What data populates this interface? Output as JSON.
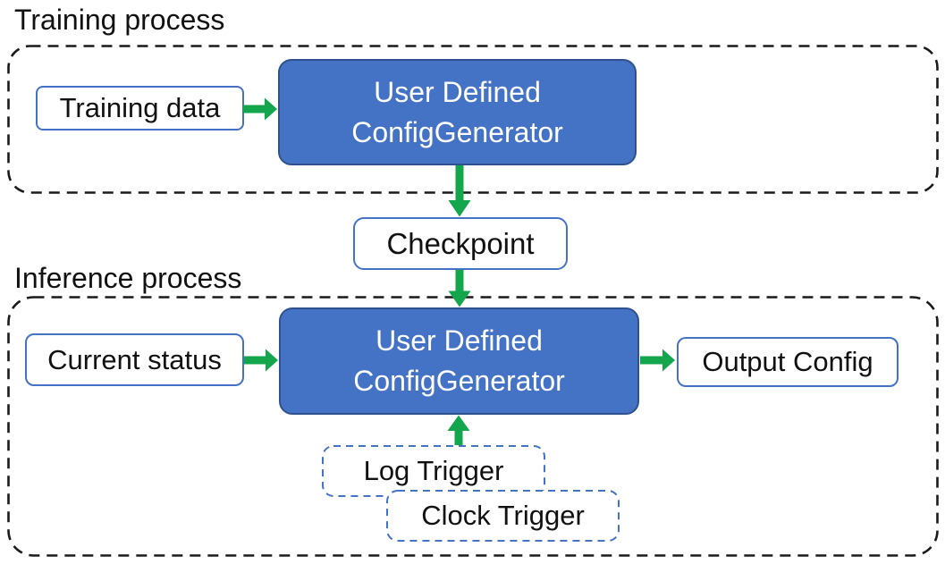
{
  "colors": {
    "generator_box_fill": "#4472C4",
    "generator_box_border": "#2F528F",
    "io_box_border": "#4472C4",
    "arrow_green": "#13A64D",
    "container_dash": "#1a1a1a",
    "text_black": "#111111",
    "text_white": "#ffffff"
  },
  "training_section": {
    "title": "Training process",
    "input_box": "Training data",
    "generator_box": {
      "line1": "User Defined",
      "line2": "ConfigGenerator"
    }
  },
  "checkpoint_box": "Checkpoint",
  "inference_section": {
    "title": "Inference process",
    "input_box": "Current status",
    "generator_box": {
      "line1": "User Defined",
      "line2": "ConfigGenerator"
    },
    "output_box": "Output Config",
    "log_trigger_box": "Log Trigger",
    "clock_trigger_box": "Clock Trigger"
  },
  "arrows": {
    "training_data_to_generator": "right",
    "generator_to_checkpoint": "down",
    "checkpoint_to_inference_generator": "down",
    "current_status_to_generator": "right",
    "generator_to_output_config": "right",
    "triggers_to_generator": "up"
  }
}
